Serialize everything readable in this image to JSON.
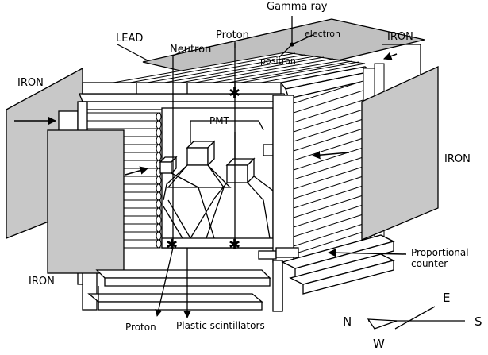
{
  "labels": {
    "gamma_ray": "Gamma ray",
    "electron": "electron",
    "positron": "positron",
    "lead": "LEAD",
    "proton_top": "Proton",
    "neutron": "Neutron",
    "iron_top_right": "IRON",
    "iron_left": "IRON",
    "iron_right": "IRON",
    "iron_bottom_left": "IRON",
    "pmt": "PMT",
    "proportional_counter": "Proportional\ncounter",
    "proton_bottom": "Proton",
    "plastic_scintillators": "Plastic scintillators"
  },
  "compass": {
    "north": "N",
    "east": "E",
    "south": "S",
    "west": "W"
  },
  "colors": {
    "iron_plate": "#c8c8c8",
    "lead_plate": "#c0c0c0",
    "line": "#000000",
    "fill_white": "#ffffff"
  }
}
